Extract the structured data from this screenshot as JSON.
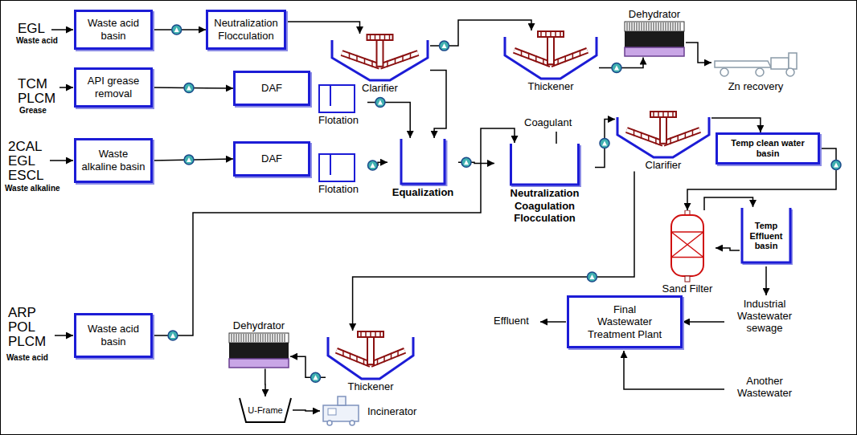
{
  "diagram": {
    "nodes": [
      {
        "text": [
          "Waste acid basin"
        ]
      },
      {
        "text": [
          "Neutralization Flocculation"
        ]
      },
      {
        "text": [
          "Clarifier"
        ]
      },
      {
        "text": [
          "Thickener"
        ]
      },
      {
        "text": [
          "Dehydrator"
        ]
      },
      {
        "text": [
          "Zn recovery"
        ]
      },
      {
        "text": [
          "API grease removal"
        ]
      },
      {
        "text": [
          "DAF"
        ]
      },
      {
        "text": [
          "Flotation"
        ]
      },
      {
        "text": [
          "Equalization"
        ]
      },
      {
        "text": [
          "Waste alkaline basin"
        ]
      },
      {
        "text": [
          "DAF"
        ]
      },
      {
        "text": [
          "Flotation"
        ]
      },
      {
        "text": [
          "Neutralization Coagulation Flocculation"
        ]
      },
      {
        "text": [
          "Clarifier"
        ]
      },
      {
        "text": [
          "Temp clean water basin"
        ]
      },
      {
        "text": [
          "Sand Filter"
        ]
      },
      {
        "text": [
          "Temp Effluent basin"
        ]
      },
      {
        "text": [
          "Final Wastewater Treatment Plant"
        ]
      },
      {
        "text": [
          "Waste acid basin"
        ]
      },
      {
        "text": [
          "Thickener"
        ]
      },
      {
        "text": [
          "Dehydrator"
        ]
      },
      {
        "text": [
          "U-Frame"
        ]
      },
      {
        "text": [
          "Incinerator"
        ]
      }
    ],
    "edges": [
      {
        "from": 0,
        "to": 1,
        "arrow": "to"
      },
      {
        "from": 1,
        "to": 2,
        "arrow": "to"
      },
      {
        "from": 2,
        "to": 3,
        "arrow": "to"
      },
      {
        "from": 2,
        "to": 9,
        "arrow": "to"
      },
      {
        "from": 3,
        "to": 4,
        "arrow": "to"
      },
      {
        "from": 4,
        "to": 5,
        "arrow": "to"
      },
      {
        "from": 6,
        "to": 7,
        "arrow": "to"
      },
      {
        "from": 7,
        "to": 8,
        "arrow": "to"
      },
      {
        "from": 8,
        "to": 9,
        "arrow": "to"
      },
      {
        "from": 10,
        "to": 11,
        "arrow": "to"
      },
      {
        "from": 11,
        "to": 12,
        "arrow": "to"
      },
      {
        "from": 12,
        "to": 9,
        "arrow": "to"
      },
      {
        "from": 9,
        "to": 13,
        "arrow": "to"
      },
      {
        "from": 19,
        "to": 13,
        "arrow": "to"
      },
      {
        "from": 13,
        "to": 14,
        "arrow": "to"
      },
      {
        "from": 14,
        "to": 15,
        "arrow": "to"
      },
      {
        "from": 15,
        "to": 16,
        "arrow": "to"
      },
      {
        "from": 16,
        "to": 17,
        "arrow": "to"
      },
      {
        "from": 17,
        "to": 16,
        "arrow": "to"
      },
      {
        "from": 14,
        "to": 20,
        "arrow": "to"
      },
      {
        "from": 20,
        "to": 21,
        "arrow": "to"
      },
      {
        "from": 21,
        "to": 22,
        "arrow": "to"
      },
      {
        "from": 22,
        "to": 23,
        "arrow": "to"
      }
    ],
    "labels": [
      "EGL",
      "Waste acid",
      "TCM",
      "PLCM",
      "Grease",
      "2CAL",
      "EGL",
      "ESCL",
      "Waste alkaline",
      "ARP",
      "POL",
      "PLCM",
      "Waste acid",
      "Coagulant",
      "Industrial Wastewater sewage",
      "Effluent",
      "Another Wastewater"
    ]
  }
}
